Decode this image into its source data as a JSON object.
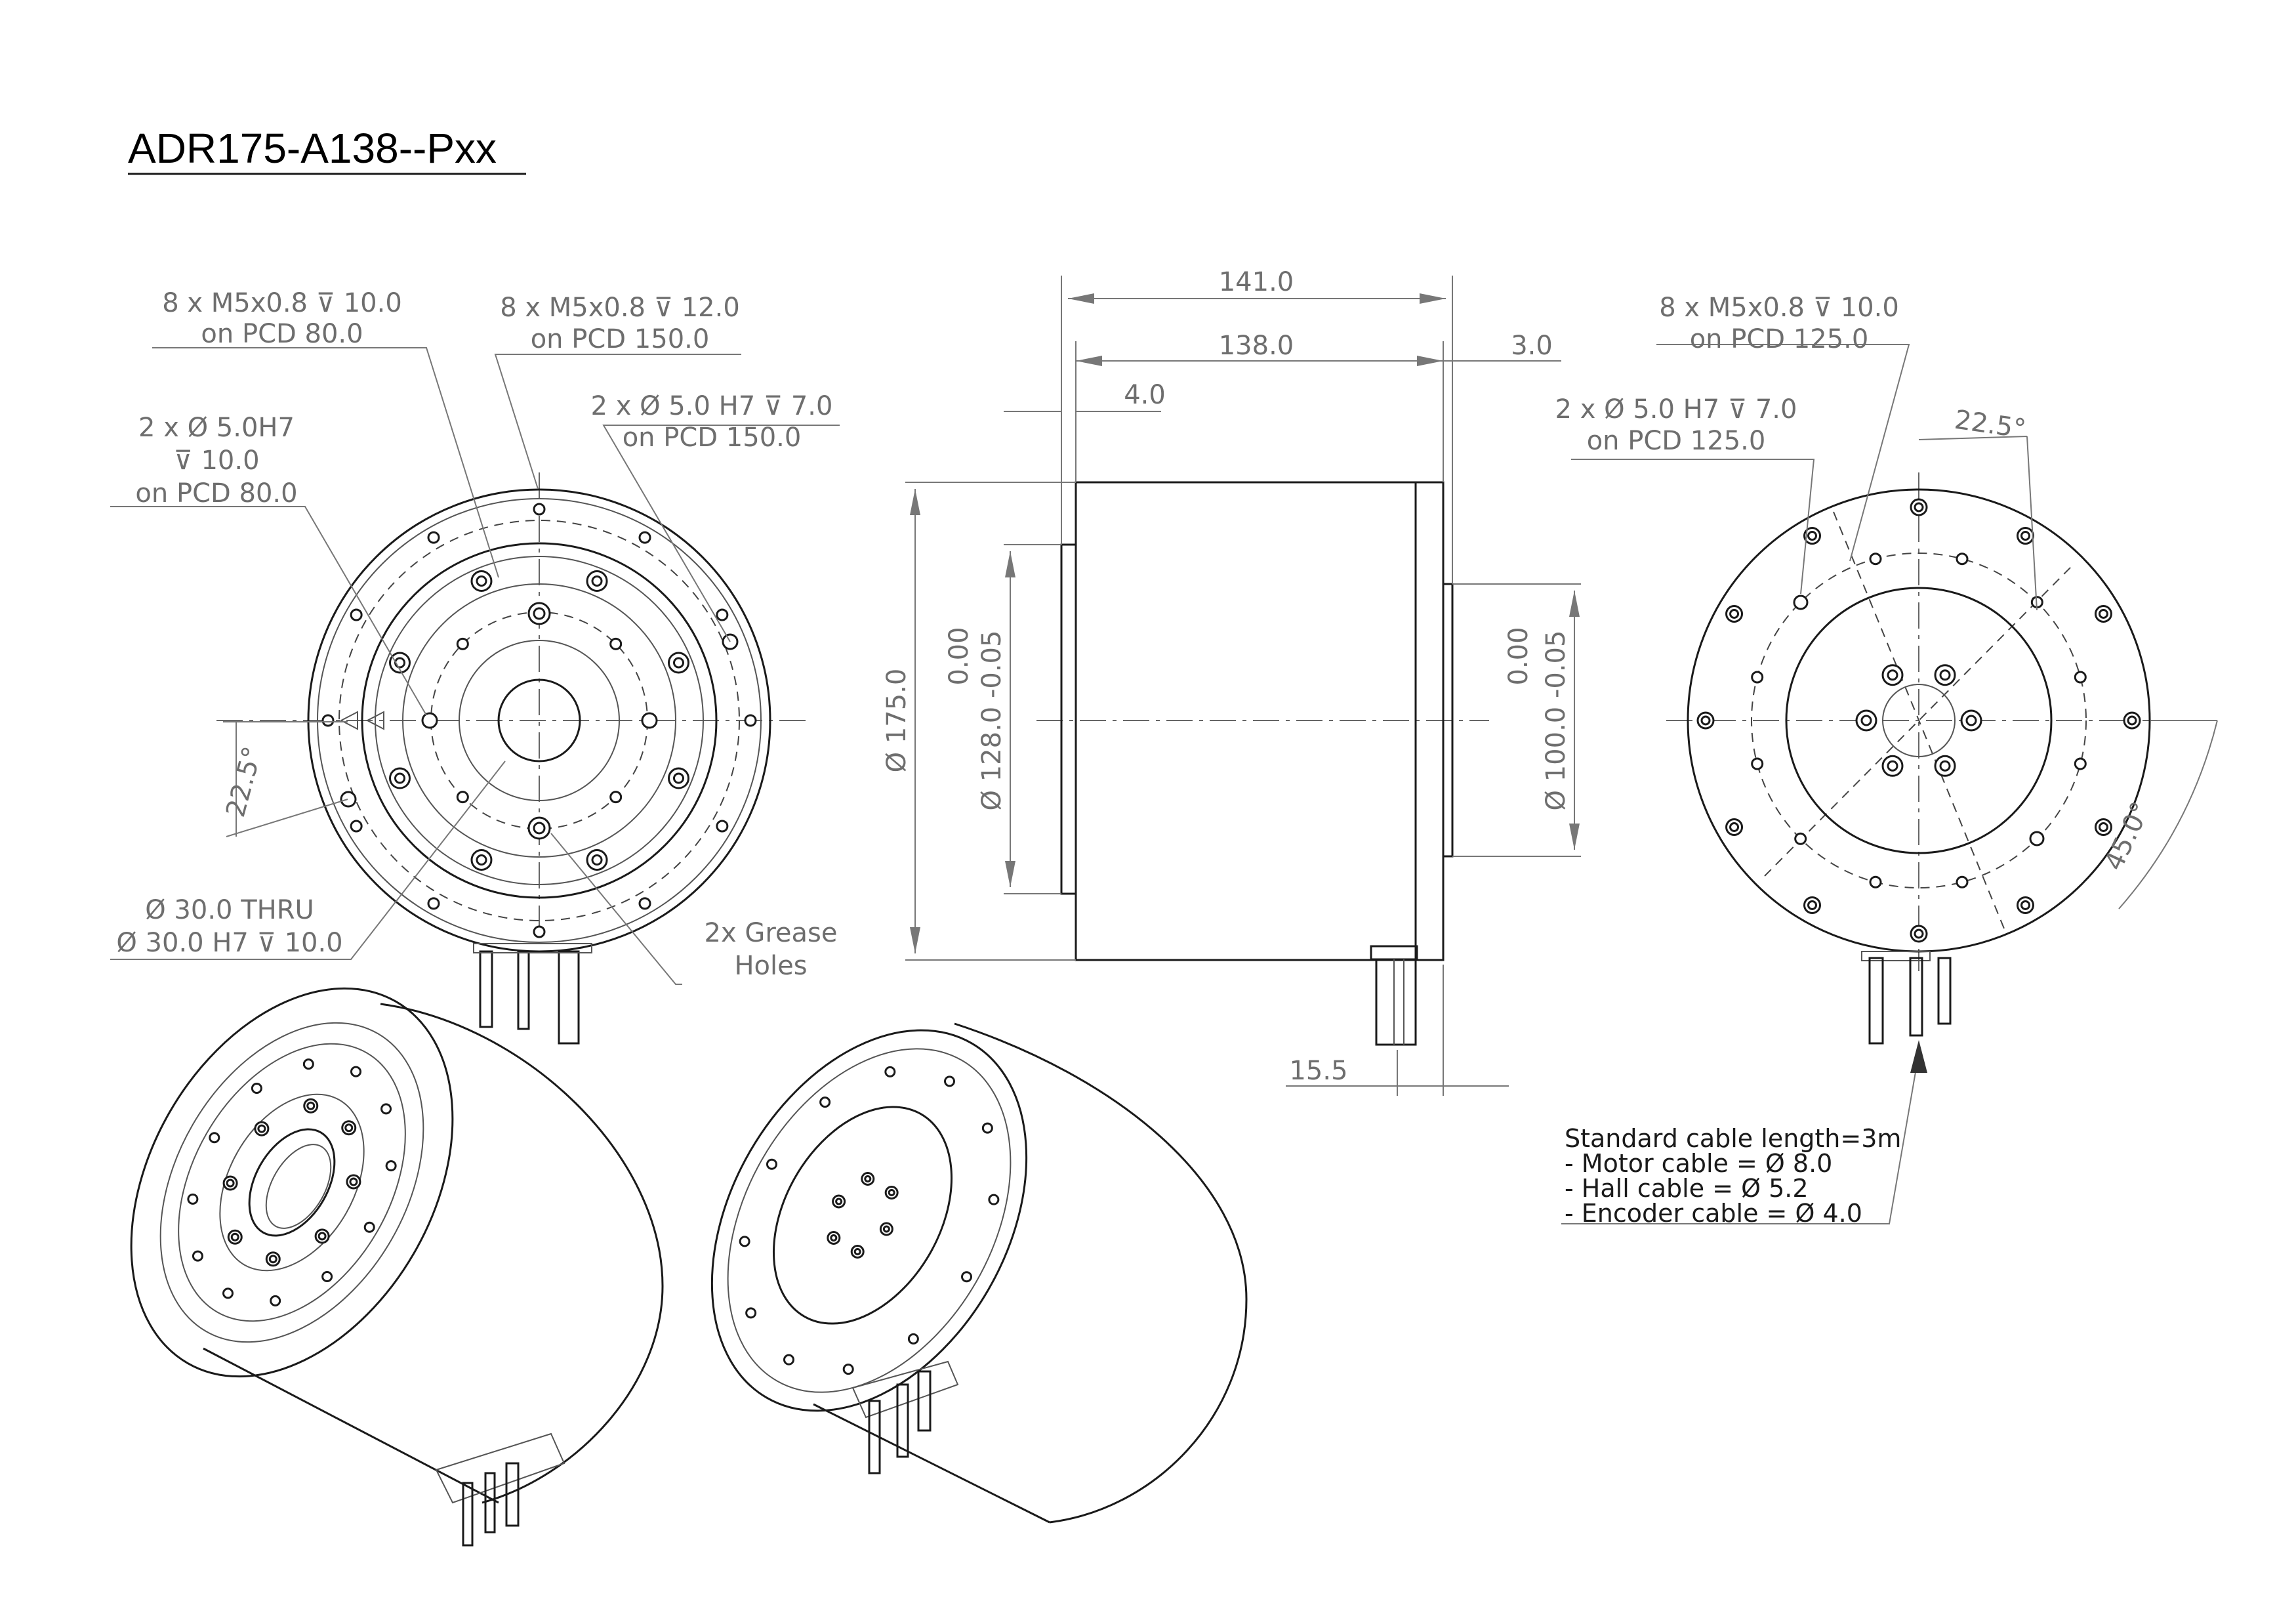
{
  "title": "ADR175-A138--Pxx",
  "front_view": {
    "label_m5_pcd80_line1": "8 x M5x0.8 ⊽ 10.0",
    "label_m5_pcd80_line2": "on PCD 80.0",
    "label_m5_pcd150_line1": "8 x M5x0.8 ⊽ 12.0",
    "label_m5_pcd150_line2": "on PCD 150.0",
    "label_dowel80_line1": "2 x Ø 5.0H7",
    "label_dowel80_line2": "⊽ 10.0",
    "label_dowel80_line3": "on PCD 80.0",
    "label_dowel150_line1": "2 x Ø 5.0 H7 ⊽ 7.0",
    "label_dowel150_line2": "on PCD 150.0",
    "angle_label": "22.5°",
    "thru_line1": "Ø 30.0 THRU",
    "thru_line2": "Ø 30.0 H7 ⊽ 10.0",
    "grease_line1": "2x Grease",
    "grease_line2": "Holes"
  },
  "side_view": {
    "dim_overall": "141.0",
    "dim_body": "138.0",
    "dim_flange_back": "3.0",
    "dim_spigot": "4.0",
    "dim_diameter": "Ø 175.0",
    "dim_spigot_dia_tol": "0.00",
    "dim_spigot_dia_tol2": "Ø 128.0 -0.05",
    "dim_rear_tol": "0.00",
    "dim_rear_dia": "Ø 100.0 -0.05",
    "dim_cable_offset": "15.5"
  },
  "rear_view": {
    "label_m5_line1": "8 x M5x0.8 ⊽ 10.0",
    "label_m5_line2": "on PCD 125.0",
    "label_dowel_line1": "2 x Ø 5.0 H7 ⊽ 7.0",
    "label_dowel_line2": "on PCD 125.0",
    "angle_top": "22.5°",
    "angle_right": "45.0°"
  },
  "cable_note": {
    "line1": "Standard cable length=3m",
    "line2": "- Motor cable = Ø 8.0",
    "line3": "- Hall cable = Ø 5.2",
    "line4": "- Encoder cable = Ø 4.0"
  }
}
